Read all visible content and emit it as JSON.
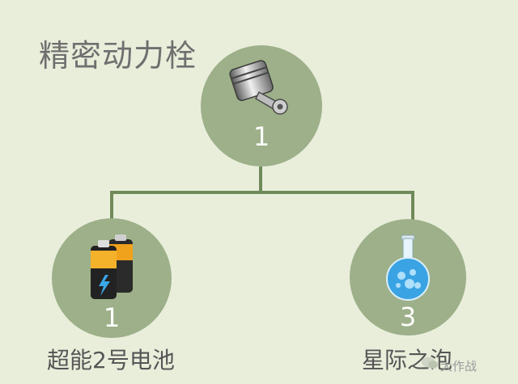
{
  "recipe": {
    "title": "精密动力栓",
    "root": {
      "icon": "piston-icon",
      "count": "1"
    },
    "ingredients": [
      {
        "icon": "battery-icon",
        "count": "1",
        "label": "超能2号电池"
      },
      {
        "icon": "flask-icon",
        "count": "3",
        "label": "星际之泡"
      }
    ]
  },
  "watermark": {
    "text": "大作战",
    "icon": "chat-bubble-icon"
  },
  "colors": {
    "background": "#e9eedb",
    "node_fill": "#9db089",
    "connector": "#6f8a59",
    "count_text": "#ffffff"
  }
}
